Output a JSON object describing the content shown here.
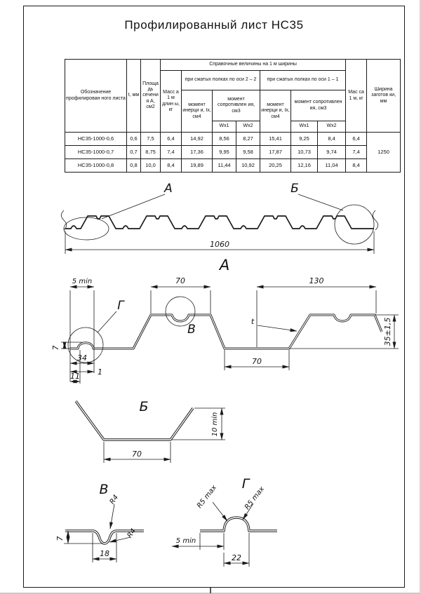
{
  "title": "Профилированный лист НС35",
  "table": {
    "headers": {
      "designation": "Обозначение профилирован ного листа",
      "t": "t, мм",
      "area": "Площа дь сечени я А, см2",
      "reference": "Справочные величины на 1 м ширины",
      "mass_length": "Масс а 1 м длин ы, кг",
      "axis_2_2": "при сжатых полках по оси 2 – 2",
      "axis_1_1": "при сжатых полках по оси 1 – 1",
      "inertia": "момент инерци и, Ix, см4",
      "resistance": "момент сопротивлен ия, см3",
      "wx1": "Wx1",
      "wx2": "Wx2",
      "mass": "Мас са 1 м, кг",
      "blank_width": "Ширина заготов ки, мм"
    },
    "rows": [
      {
        "name": "НС35-1000-0,6",
        "t": "0,6",
        "area": "7,5",
        "mass_len": "6,4",
        "i22": "14,92",
        "w22_1": "8,56",
        "w22_2": "8,27",
        "i11": "15,41",
        "w11_1": "9,25",
        "w11_2": "8,4",
        "mass": "6,4"
      },
      {
        "name": "НС35-1000-0,7",
        "t": "0,7",
        "area": "8,75",
        "mass_len": "7,4",
        "i22": "17,36",
        "w22_1": "9,95",
        "w22_2": "9,58",
        "i11": "17,87",
        "w11_1": "10,73",
        "w11_2": "9,74",
        "mass": "7,4"
      },
      {
        "name": "НС35-1000-0,8",
        "t": "0,8",
        "area": "10,0",
        "mass_len": "8,4",
        "i22": "19,89",
        "w22_1": "11,44",
        "w22_2": "10,92",
        "i11": "20,25",
        "w11_1": "12,16",
        "w11_2": "11,04",
        "mass": "8,4"
      }
    ],
    "blank_width_value": "1250"
  },
  "overview": {
    "callout_a": "А",
    "callout_b": "Б",
    "dim_total": "1060"
  },
  "section_a": {
    "label": "А",
    "dim_edge": "5 min",
    "dim_crest": "70",
    "dim_pitch": "130",
    "callout_g": "Г",
    "callout_v": "В",
    "dim_34": "34",
    "dim_1": "1",
    "dim_11": "11",
    "dim_7": "7",
    "thickness": "t",
    "dim_flange": "70",
    "dim_height": "35±1,5"
  },
  "section_b": {
    "label": "Б",
    "dim_end": "10 min",
    "dim_flange": "70"
  },
  "section_v": {
    "label": "В",
    "radius_1": "R4",
    "radius_2": "R4",
    "dim_width": "18",
    "dim_depth": "7"
  },
  "section_g": {
    "label": "Г",
    "radius_1": "R5 max",
    "radius_2": "R5 max",
    "dim_edge": "5 min",
    "dim_width": "22"
  }
}
